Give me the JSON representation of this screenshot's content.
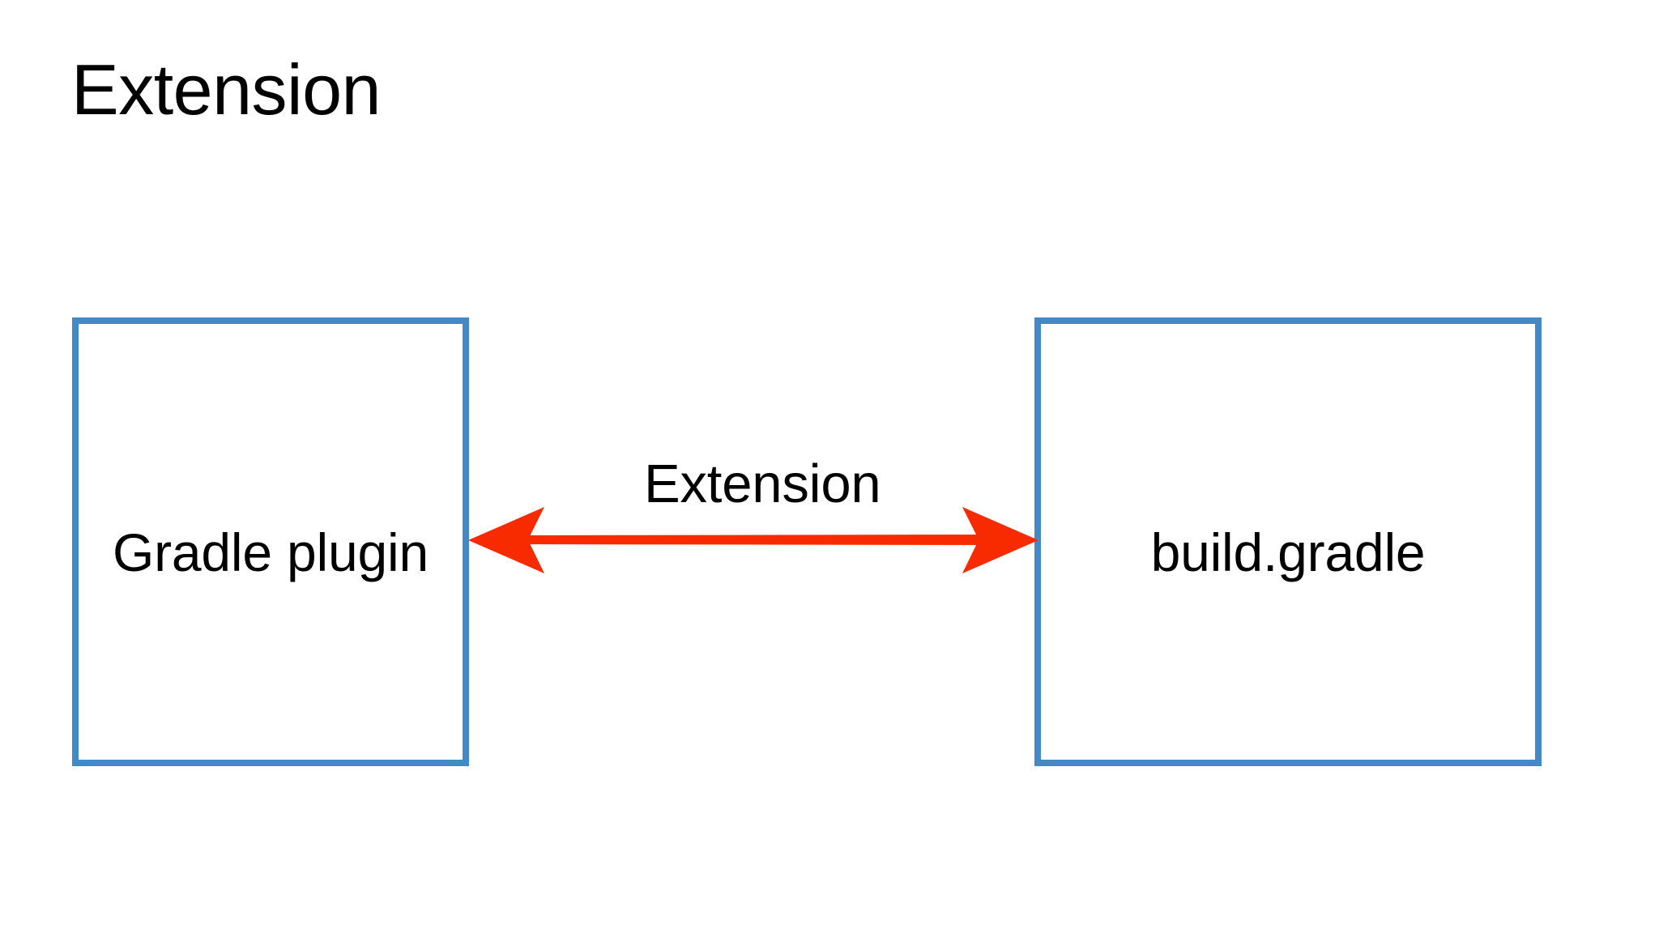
{
  "slide": {
    "title": "Extension",
    "background_color": "#ffffff"
  },
  "diagram": {
    "accent_box_color": "#4389C8",
    "arrow_color": "#F72A00",
    "nodes": [
      {
        "id": "gradle-plugin",
        "label": "Gradle plugin"
      },
      {
        "id": "build-gradle",
        "label": "build.gradle"
      }
    ],
    "connector": {
      "label": "Extension",
      "style": "double-headed-arrow",
      "from": "gradle-plugin",
      "to": "build-gradle",
      "icon": "double-arrow-icon"
    }
  }
}
